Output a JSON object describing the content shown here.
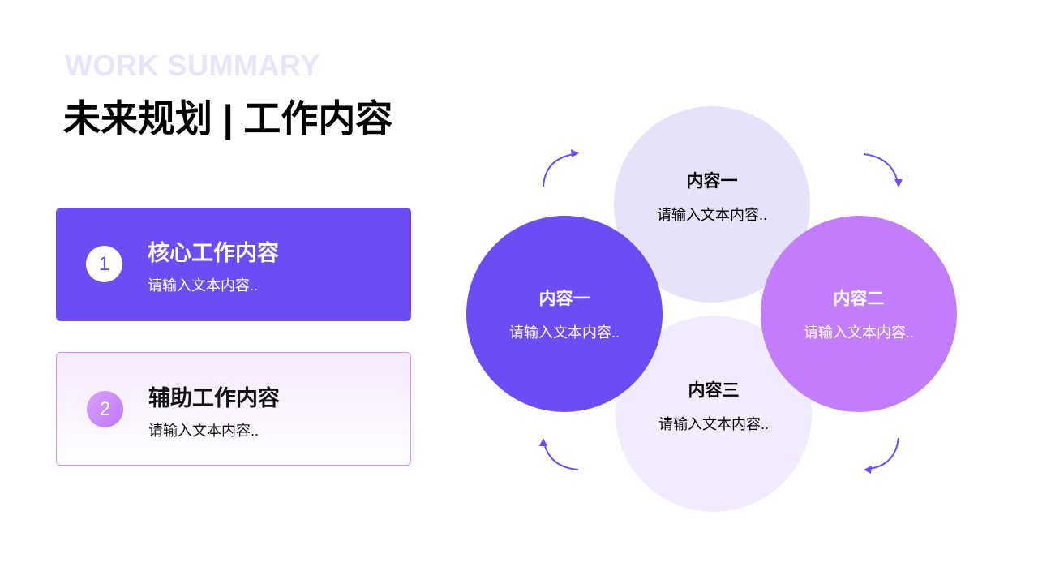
{
  "header": {
    "eyebrow": "WORK SUMMARY",
    "title": "未来规划 | 工作内容"
  },
  "cards": [
    {
      "number": "1",
      "title": "核心工作内容",
      "desc": "请输入文本内容.."
    },
    {
      "number": "2",
      "title": "辅助工作内容",
      "desc": "请输入文本内容.."
    }
  ],
  "circles": {
    "top": {
      "title": "内容一",
      "desc": "请输入文本内容.."
    },
    "left": {
      "title": "内容一",
      "desc": "请输入文本内容.."
    },
    "right": {
      "title": "内容二",
      "desc": "请输入文本内容.."
    },
    "bottom": {
      "title": "内容三",
      "desc": "请输入文本内容.."
    }
  },
  "colors": {
    "primary": "#6d4cf4",
    "secondary": "#c27efa",
    "light1": "#e7e2fc",
    "light2": "#f3eafd"
  }
}
